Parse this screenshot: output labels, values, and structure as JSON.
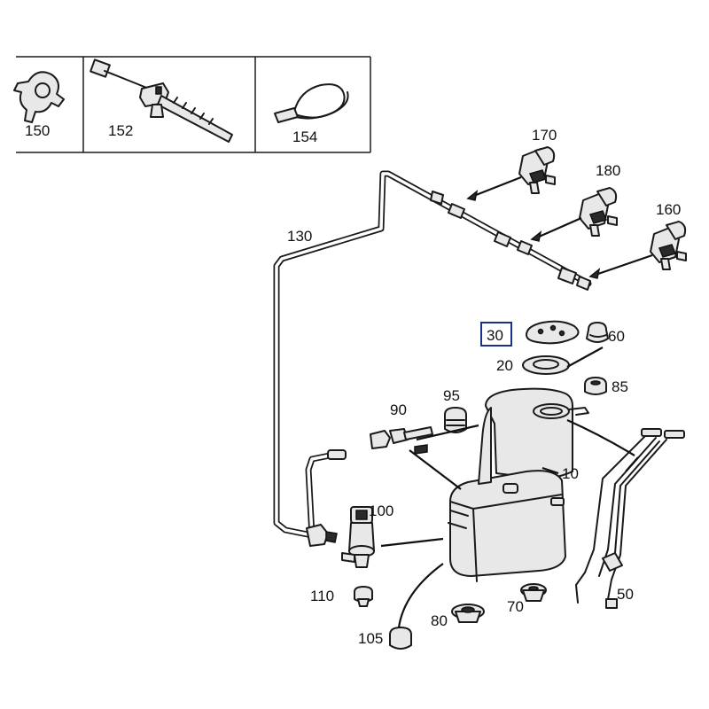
{
  "diagram": {
    "labels": {
      "p150": "150",
      "p152": "152",
      "p154": "154",
      "p170": "170",
      "p180": "180",
      "p160": "160",
      "p130": "130",
      "p30": "30",
      "p60": "60",
      "p20": "20",
      "p85": "85",
      "p90": "90",
      "p95": "95",
      "p10": "10",
      "p100": "100",
      "p110": "110",
      "p50": "50",
      "p70": "70",
      "p80": "80",
      "p105": "105"
    },
    "highlight_color": "#1c2f8a",
    "line_color": "#1a1a1a"
  }
}
